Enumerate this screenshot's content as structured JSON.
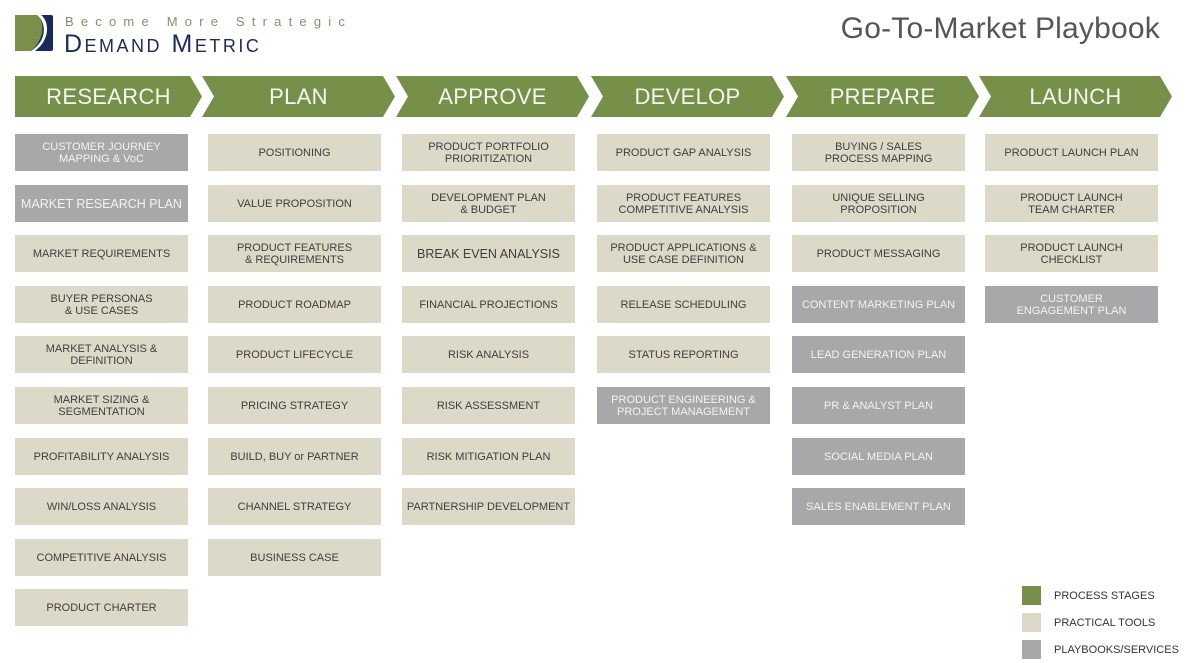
{
  "header": {
    "logo": {
      "tagline": "Become More Strategic",
      "name": "Demand Metric"
    },
    "title": "Go-To-Market Playbook"
  },
  "colors": {
    "process_stage": "#76904a",
    "practical_tool": "#dcd9c8",
    "playbook_service": "#a8a7a9",
    "logo_navy": "#1b2a5c",
    "logo_green": "#7a8f4a"
  },
  "stages": [
    {
      "label": "RESEARCH",
      "items": [
        {
          "label": "CUSTOMER JOURNEY\nMAPPING & VoC",
          "type": "playbook"
        },
        {
          "label": "MARKET RESEARCH PLAN",
          "type": "playbook"
        },
        {
          "label": "MARKET REQUIREMENTS",
          "type": "tool"
        },
        {
          "label": "BUYER PERSONAS\n& USE CASES",
          "type": "tool"
        },
        {
          "label": "MARKET ANALYSIS &\nDEFINITION",
          "type": "tool"
        },
        {
          "label": "MARKET SIZING &\nSEGMENTATION",
          "type": "tool"
        },
        {
          "label": "PROFITABILITY ANALYSIS",
          "type": "tool"
        },
        {
          "label": "WIN/LOSS ANALYSIS",
          "type": "tool"
        },
        {
          "label": "COMPETITIVE ANALYSIS",
          "type": "tool"
        },
        {
          "label": "PRODUCT CHARTER",
          "type": "tool"
        }
      ]
    },
    {
      "label": "PLAN",
      "items": [
        {
          "label": "POSITIONING",
          "type": "tool"
        },
        {
          "label": "VALUE PROPOSITION",
          "type": "tool"
        },
        {
          "label": "PRODUCT FEATURES\n& REQUIREMENTS",
          "type": "tool"
        },
        {
          "label": "PRODUCT ROADMAP",
          "type": "tool"
        },
        {
          "label": "PRODUCT LIFECYCLE",
          "type": "tool"
        },
        {
          "label": "PRICING STRATEGY",
          "type": "tool"
        },
        {
          "label": "BUILD, BUY or PARTNER",
          "type": "tool"
        },
        {
          "label": "CHANNEL STRATEGY",
          "type": "tool"
        },
        {
          "label": "BUSINESS CASE",
          "type": "tool"
        }
      ]
    },
    {
      "label": "APPROVE",
      "items": [
        {
          "label": "PRODUCT PORTFOLIO\nPRIORITIZATION",
          "type": "tool"
        },
        {
          "label": "DEVELOPMENT PLAN\n& BUDGET",
          "type": "tool"
        },
        {
          "label": "BREAK EVEN ANALYSIS",
          "type": "tool"
        },
        {
          "label": "FINANCIAL PROJECTIONS",
          "type": "tool"
        },
        {
          "label": "RISK ANALYSIS",
          "type": "tool"
        },
        {
          "label": "RISK ASSESSMENT",
          "type": "tool"
        },
        {
          "label": "RISK MITIGATION PLAN",
          "type": "tool"
        },
        {
          "label": "PARTNERSHIP DEVELOPMENT",
          "type": "tool"
        }
      ]
    },
    {
      "label": "DEVELOP",
      "items": [
        {
          "label": "PRODUCT GAP ANALYSIS",
          "type": "tool"
        },
        {
          "label": "PRODUCT FEATURES\nCOMPETITIVE ANALYSIS",
          "type": "tool"
        },
        {
          "label": "PRODUCT APPLICATIONS &\nUSE CASE DEFINITION",
          "type": "tool"
        },
        {
          "label": "RELEASE SCHEDULING",
          "type": "tool"
        },
        {
          "label": "STATUS REPORTING",
          "type": "tool"
        },
        {
          "label": "PRODUCT ENGINEERING &\nPROJECT MANAGEMENT",
          "type": "playbook"
        }
      ]
    },
    {
      "label": "PREPARE",
      "items": [
        {
          "label": "BUYING / SALES\nPROCESS MAPPING",
          "type": "tool"
        },
        {
          "label": "UNIQUE SELLING\nPROPOSITION",
          "type": "tool"
        },
        {
          "label": "PRODUCT MESSAGING",
          "type": "tool"
        },
        {
          "label": "CONTENT MARKETING PLAN",
          "type": "playbook"
        },
        {
          "label": "LEAD GENERATION PLAN",
          "type": "playbook"
        },
        {
          "label": "PR & ANALYST PLAN",
          "type": "playbook"
        },
        {
          "label": "SOCIAL MEDIA PLAN",
          "type": "playbook"
        },
        {
          "label": "SALES ENABLEMENT PLAN",
          "type": "playbook"
        }
      ]
    },
    {
      "label": "LAUNCH",
      "items": [
        {
          "label": "PRODUCT LAUNCH PLAN",
          "type": "tool"
        },
        {
          "label": "PRODUCT LAUNCH\nTEAM CHARTER",
          "type": "tool"
        },
        {
          "label": "PRODUCT LAUNCH CHECKLIST",
          "type": "tool"
        },
        {
          "label": "CUSTOMER\nENGAGEMENT PLAN",
          "type": "playbook"
        }
      ]
    }
  ],
  "legend": [
    {
      "label": "PROCESS STAGES",
      "color": "#76904a"
    },
    {
      "label": "PRACTICAL TOOLS",
      "color": "#dcd9c8"
    },
    {
      "label": "PLAYBOOKS/SERVICES",
      "color": "#a8a7a9"
    }
  ]
}
